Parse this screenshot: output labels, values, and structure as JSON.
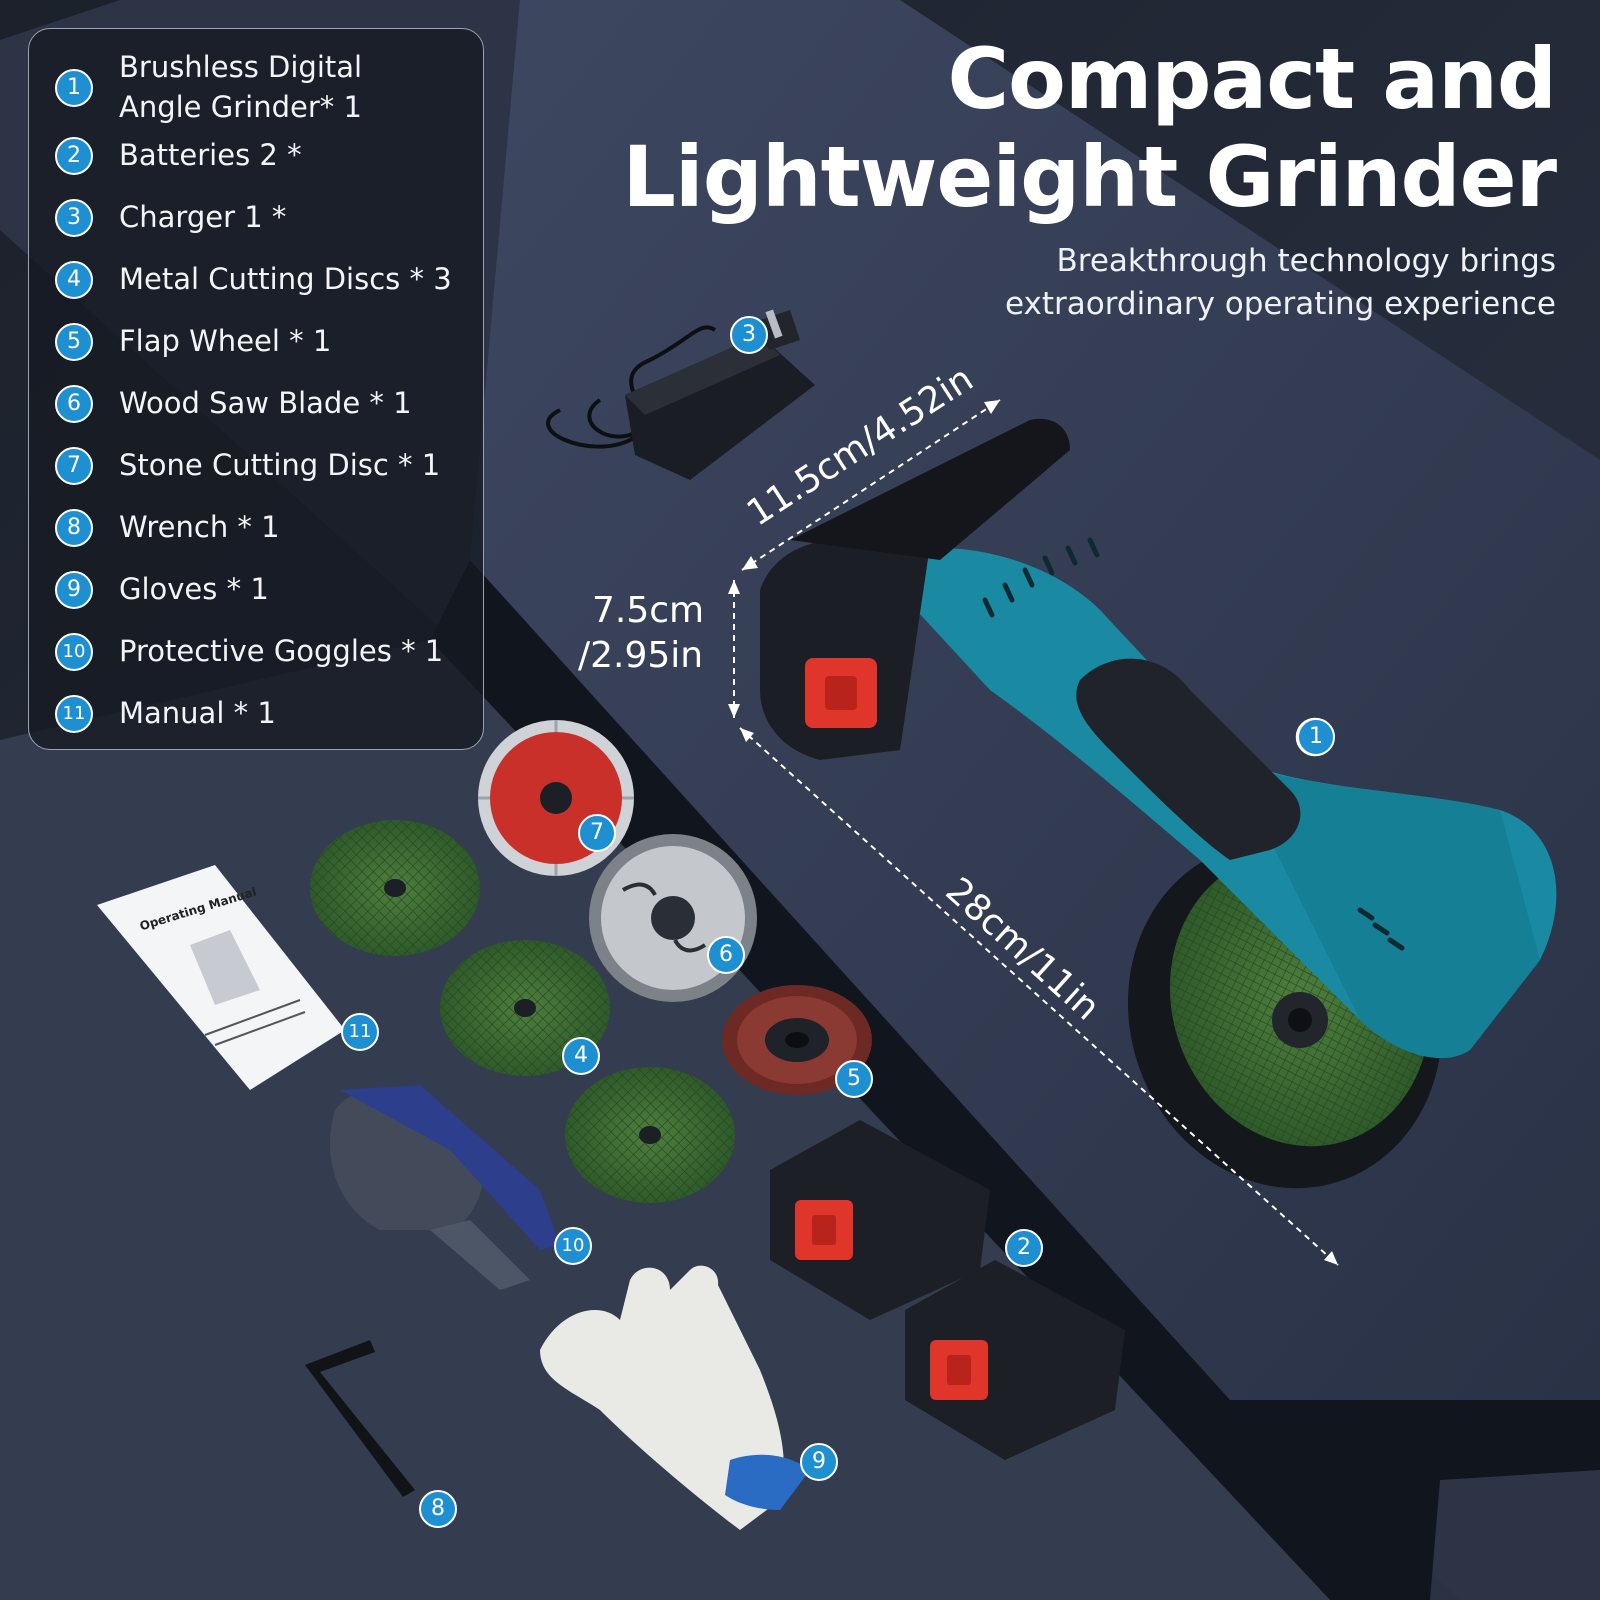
{
  "colors": {
    "background_dark": "#20252f",
    "surface_light": "#3a4358",
    "accent_badge": "#1e8fd0",
    "tool_teal": "#1a8aa3",
    "disc_green": "#3d6b32",
    "battery_red": "#e0352b"
  },
  "header": {
    "title": "Compact and\nLightweight Grinder",
    "subtitle": "Breakthrough technology brings\nextraordinary operating experience"
  },
  "contents": {
    "items": [
      {
        "number": "1",
        "label": "Brushless Digital\nAngle Grinder* 1"
      },
      {
        "number": "2",
        "label": "Batteries 2 *"
      },
      {
        "number": "3",
        "label": "Charger 1 *"
      },
      {
        "number": "4",
        "label": "Metal Cutting Discs * 3"
      },
      {
        "number": "5",
        "label": "Flap Wheel * 1"
      },
      {
        "number": "6",
        "label": "Wood Saw Blade * 1"
      },
      {
        "number": "7",
        "label": "Stone Cutting Disc * 1"
      },
      {
        "number": "8",
        "label": "Wrench * 1"
      },
      {
        "number": "9",
        "label": "Gloves * 1"
      },
      {
        "number": "10",
        "label": "Protective Goggles * 1"
      },
      {
        "number": "11",
        "label": "Manual * 1"
      }
    ]
  },
  "dimensions": {
    "width_label": "11.5cm/4.52in",
    "height_label_line1": "7.5cm",
    "height_label_line2": "/2.95in",
    "length_label": "28cm/11in"
  },
  "callouts": {
    "grinder": "1",
    "batteries": "2",
    "charger": "3",
    "metal_discs": "4",
    "flap_wheel": "5",
    "saw_blade": "6",
    "stone_disc": "7",
    "wrench": "8",
    "gloves": "9",
    "goggles": "10",
    "manual": "11"
  },
  "manual": {
    "title": "Operating Manual"
  },
  "icons": [
    "charger-icon",
    "grinder-icon",
    "battery-icon",
    "disc-icon",
    "saw-blade-icon",
    "flap-wheel-icon",
    "goggles-icon",
    "gloves-icon",
    "wrench-icon",
    "manual-icon"
  ]
}
